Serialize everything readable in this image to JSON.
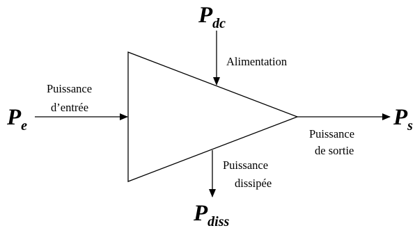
{
  "diagram": {
    "supply": {
      "symbol": "P",
      "subscript": "dc",
      "label": "Alimentation"
    },
    "input": {
      "symbol": "P",
      "subscript": "e",
      "label_line1": "Puissance",
      "label_line2": "d’entrée"
    },
    "output": {
      "symbol": "P",
      "subscript": "s",
      "label_line1": "Puissance",
      "label_line2": "de sortie"
    },
    "dissipated": {
      "symbol": "P",
      "subscript": "diss",
      "label_line1": "Puissance",
      "label_line2": "dissipée"
    }
  },
  "colors": {
    "stroke": "#000000",
    "background": "#ffffff"
  }
}
